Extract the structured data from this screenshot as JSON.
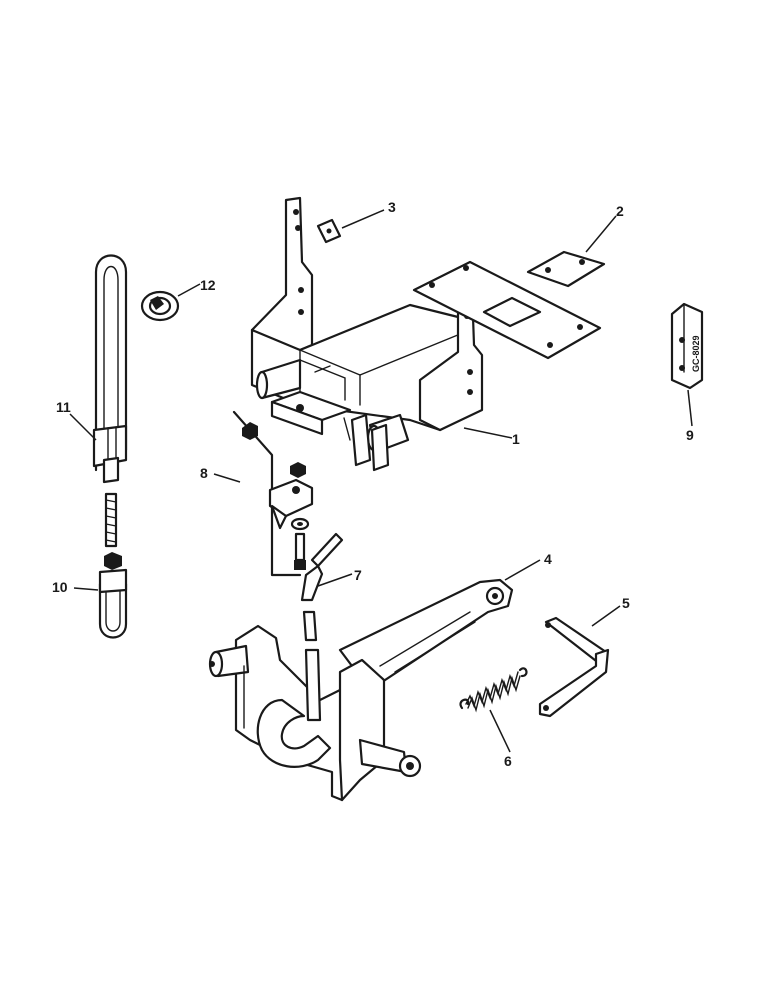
{
  "diagram": {
    "callouts": [
      {
        "id": "1",
        "text": "1"
      },
      {
        "id": "2",
        "text": "2"
      },
      {
        "id": "3",
        "text": "3"
      },
      {
        "id": "4",
        "text": "4"
      },
      {
        "id": "5",
        "text": "5"
      },
      {
        "id": "6",
        "text": "6"
      },
      {
        "id": "7",
        "text": "7"
      },
      {
        "id": "8",
        "text": "8"
      },
      {
        "id": "9",
        "text": "9"
      },
      {
        "id": "10",
        "text": "10"
      },
      {
        "id": "11",
        "text": "11"
      },
      {
        "id": "12",
        "text": "12"
      }
    ],
    "reference_code": "GC-8029"
  }
}
